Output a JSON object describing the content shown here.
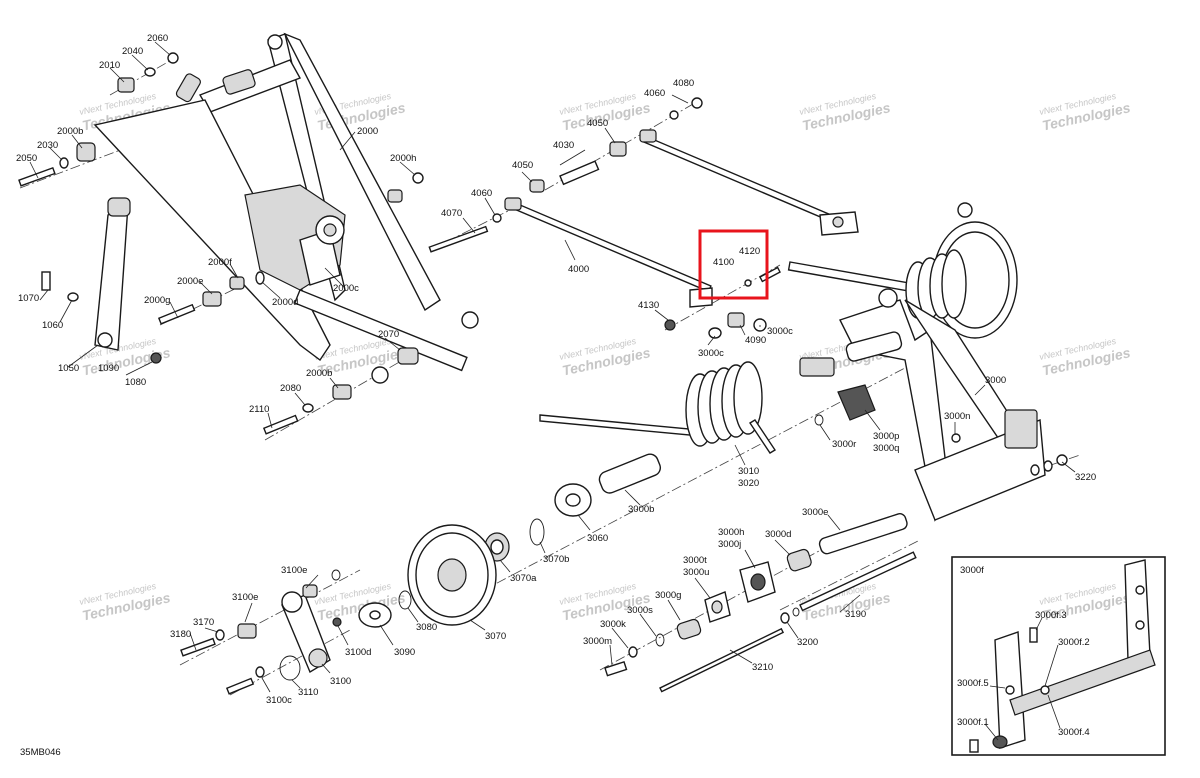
{
  "drawing": {
    "code": "35MB046",
    "highlight_color": "#e8141c",
    "watermark": {
      "line1": "vNext Technologies",
      "line2": "Technologies"
    },
    "inset_title": "3000f"
  },
  "labels": {
    "l2060": "2060",
    "l2040": "2040",
    "l2010": "2010",
    "l2000b": "2000b",
    "l2030": "2030",
    "l2050": "2050",
    "l2000": "2000",
    "l2000h": "2000h",
    "l2000f": "2000f",
    "l2000e": "2000e",
    "l2000g": "2000g",
    "l2000d": "2000d",
    "l2000c": "2000c",
    "l1070": "1070",
    "l1060": "1060",
    "l1050": "1050",
    "l1090": "1090",
    "l1080": "1080",
    "l2070": "2070",
    "l2000b2": "2000b",
    "l2080": "2080",
    "l2110": "2110",
    "l4070": "4070",
    "l4060a": "4060",
    "l4060b": "4060",
    "l4080": "4080",
    "l4050a": "4050",
    "l4050b": "4050",
    "l4030": "4030",
    "l4000": "4000",
    "l4100": "4100",
    "l4120": "4120",
    "l4130": "4130",
    "l3000c1": "3000c",
    "l3000c2": "3000c",
    "l4090": "4090",
    "l3000": "3000",
    "l3000n": "3000n",
    "l3000r": "3000r",
    "l3000p": "3000p",
    "l3000q": "3000q",
    "l3010": "3010",
    "l3020": "3020",
    "l3220": "3220",
    "l3000b": "3000b",
    "l3000e": "3000e",
    "l3000d": "3000d",
    "l3000h": "3000h",
    "l3000j": "3000j",
    "l3000t": "3000t",
    "l3000u": "3000u",
    "l3000g": "3000g",
    "l3000s": "3000s",
    "l3000k": "3000k",
    "l3000m": "3000m",
    "l3060": "3060",
    "l3070b": "3070b",
    "l3070a": "3070a",
    "l3070": "3070",
    "l3080": "3080",
    "l3090": "3090",
    "l3100e1": "3100e",
    "l3100e2": "3100e",
    "l3170": "3170",
    "l3180": "3180",
    "l3100d": "3100d",
    "l3100": "3100",
    "l3110": "3110",
    "l3100c": "3100c",
    "l3200": "3200",
    "l3210": "3210",
    "l3190": "3190",
    "l3000f3": "3000f.3",
    "l3000f2": "3000f.2",
    "l3000f5": "3000f.5",
    "l3000f1": "3000f.1",
    "l3000f4": "3000f.4"
  }
}
